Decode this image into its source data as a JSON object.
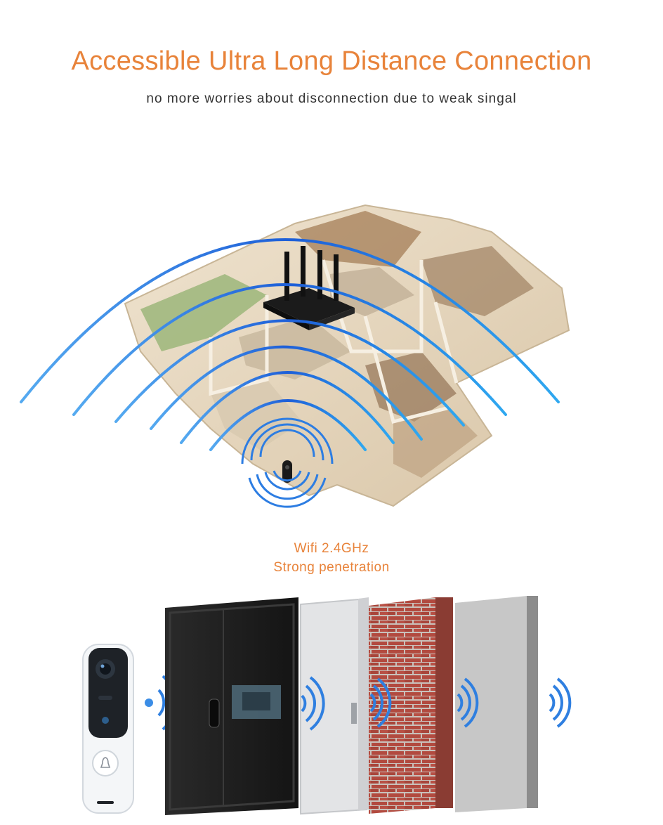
{
  "header": {
    "title": "Accessible Ultra Long Distance Connection",
    "subtitle": "no more worries about disconnection due to weak singal"
  },
  "caption": {
    "line1": "Wifi 2.4GHz",
    "line2": "Strong penetration"
  },
  "colors": {
    "accent_orange": "#e8833a",
    "wave_blue": "#2f7fe0",
    "brick": "#b5483e"
  },
  "illustration": {
    "floorplan": "3d-apartment-floorplan",
    "router": "wifi-router-icon",
    "doorbell": "video-doorbell-device",
    "barriers": [
      "security-door",
      "white-door",
      "brick-wall",
      "concrete-wall"
    ]
  }
}
